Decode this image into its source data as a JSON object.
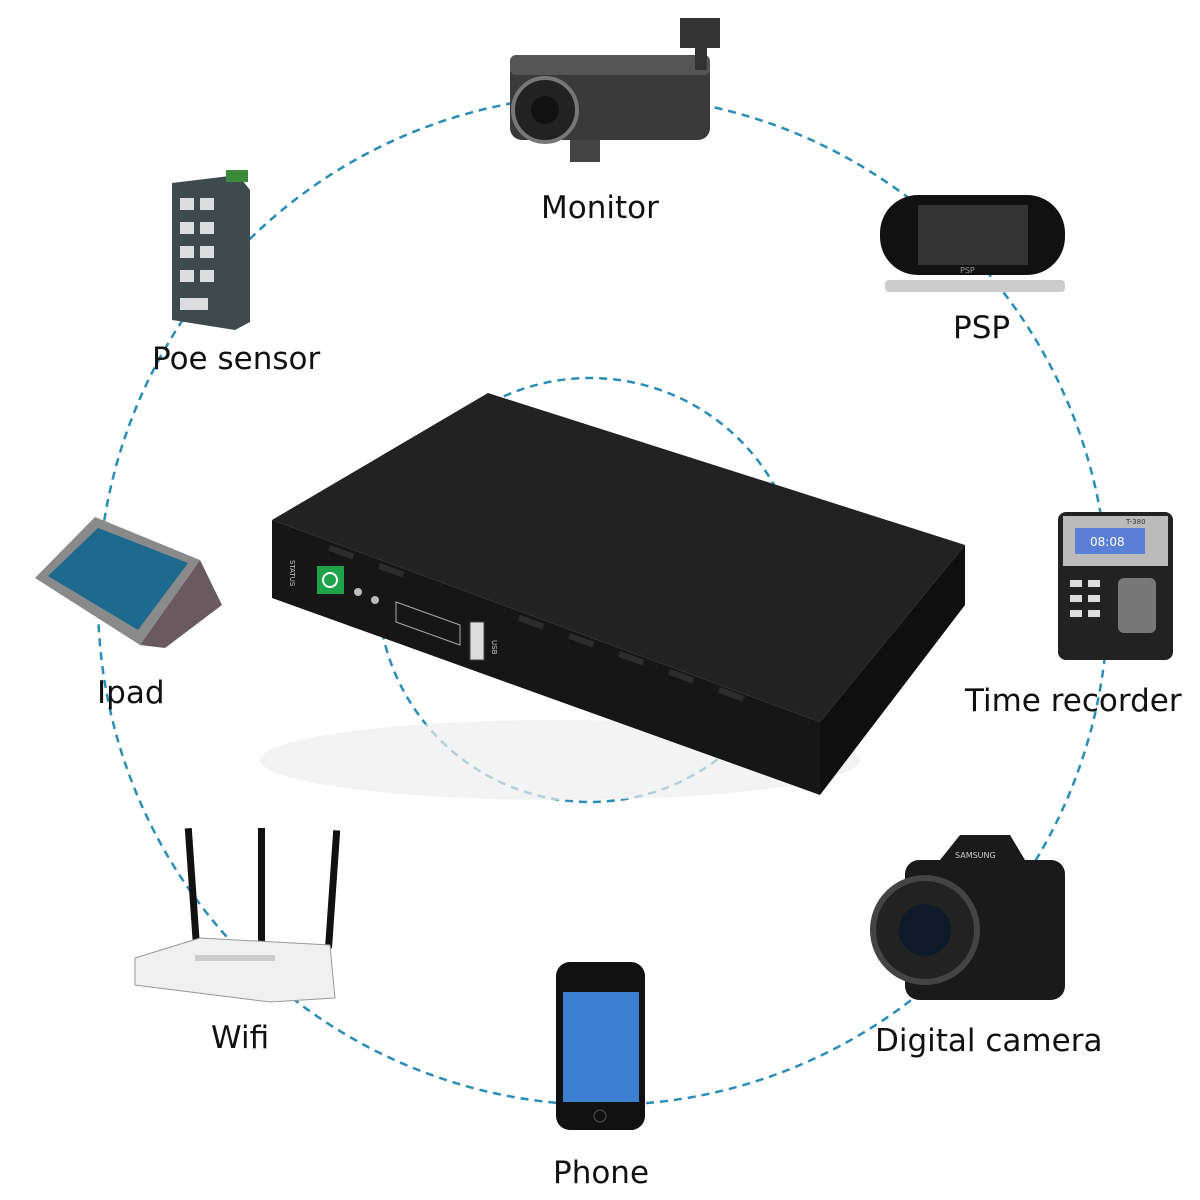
{
  "labels": {
    "monitor": "Monitor",
    "psp": "PSP",
    "poe": "Poe sensor",
    "ipad": "Ipad",
    "time_recorder": "Time recorder",
    "wifi": "Wifi",
    "phone": "Phone",
    "camera": "Digital camera"
  },
  "device_text": {
    "status": "STATUS",
    "usb": "USB",
    "model": "T-380",
    "clock": "08:08",
    "brand": "SAMSUNG",
    "psp_logo": "PSP"
  },
  "colors": {
    "dash": "#2a8db5",
    "ups_body": "#1c1c1c",
    "power_button": "#1fa34a"
  }
}
